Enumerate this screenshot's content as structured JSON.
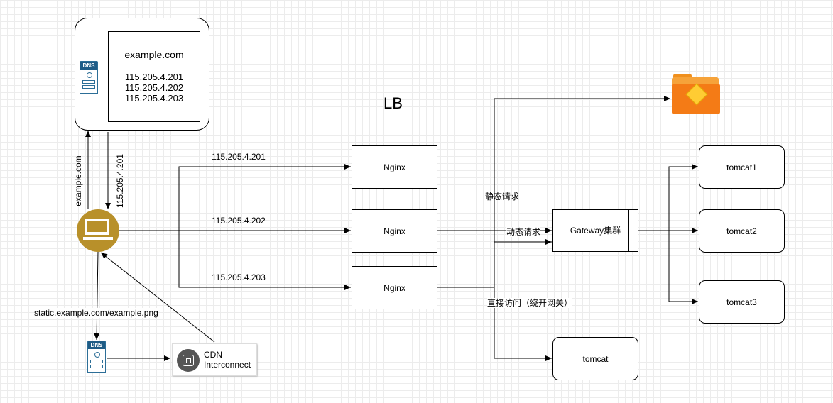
{
  "dns_card": {
    "domain": "example.com",
    "ips": [
      "115.205.4.201",
      "115.205.4.202",
      "115.205.4.203"
    ]
  },
  "dns_icon_label": "DNS",
  "lb_title": "LB",
  "client_to_dns_label": "example.com",
  "dns_to_client_label": "115.205.4.201",
  "route_labels": [
    "115.205.4.201",
    "115.205.4.202",
    "115.205.4.203"
  ],
  "nginx": [
    "Nginx",
    "Nginx",
    "Nginx"
  ],
  "static_request_label": "静态请求",
  "dynamic_request_label": "动态请求",
  "direct_access_label": "直接访问（绕开网关）",
  "gateway_label": "Gateway集群",
  "tomcats": [
    "tomcat1",
    "tomcat2",
    "tomcat3"
  ],
  "direct_tomcat": "tomcat",
  "static_url_label": "static.example.com/example.png",
  "cdn": {
    "line1": "CDN",
    "line2": "Interconnect"
  },
  "colors": {
    "dns_blue": "#1f5c86",
    "client_gold": "#b8902a",
    "folder_orange": "#f47b16",
    "cdn_gray": "#555555"
  }
}
